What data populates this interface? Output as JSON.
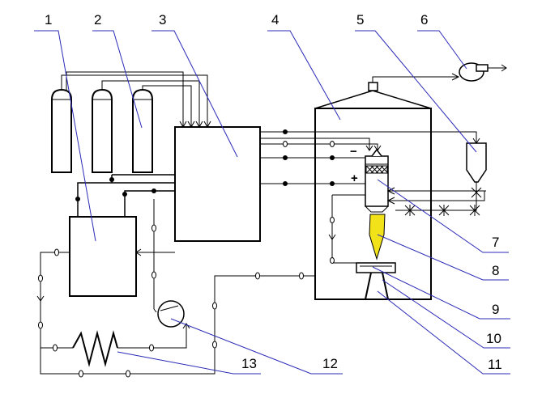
{
  "labels": [
    "1",
    "2",
    "3",
    "4",
    "5",
    "6",
    "7",
    "8",
    "9",
    "10",
    "11",
    "12",
    "13"
  ],
  "polarity": {
    "minus": "−",
    "plus": "+"
  },
  "colors": {
    "line": "#000000",
    "leader": "#2b2bb8",
    "flame": "#f2e21a",
    "background": "#ffffff"
  }
}
